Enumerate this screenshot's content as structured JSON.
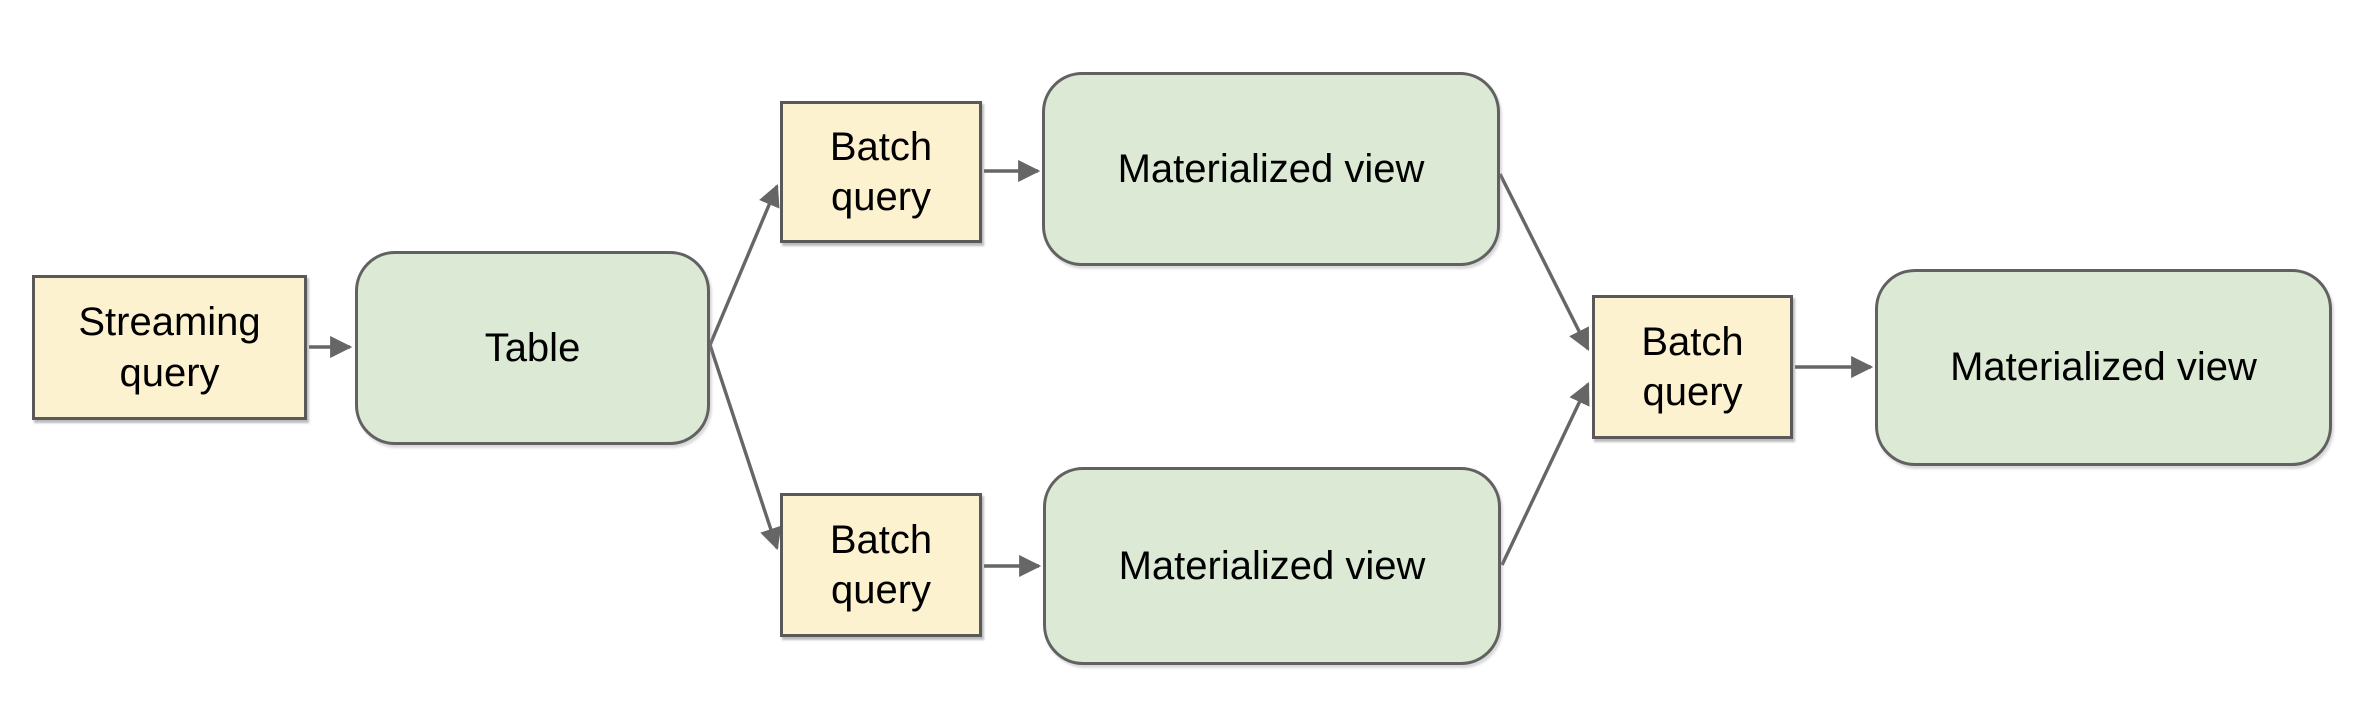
{
  "diagram_type": "flowchart",
  "colors": {
    "query_fill": "#fdf2cf",
    "query_border": "#595959",
    "view_fill": "#dce9d5",
    "view_border": "#616161",
    "connector": "#666666",
    "text": "#000000",
    "background": "#ffffff"
  },
  "nodes": [
    {
      "id": "streaming-query",
      "label": "Streaming query",
      "kind": "query"
    },
    {
      "id": "table",
      "label": "Table",
      "kind": "view"
    },
    {
      "id": "batch-query-top",
      "label": "Batch query",
      "kind": "query"
    },
    {
      "id": "materialized-view-top",
      "label": "Materialized view",
      "kind": "view"
    },
    {
      "id": "batch-query-bottom",
      "label": "Batch query",
      "kind": "query"
    },
    {
      "id": "materialized-view-bottom",
      "label": "Materialized view",
      "kind": "view"
    },
    {
      "id": "batch-query-final",
      "label": "Batch query",
      "kind": "query"
    },
    {
      "id": "materialized-view-final",
      "label": "Materialized view",
      "kind": "view"
    }
  ],
  "edges": [
    {
      "from": "streaming-query",
      "to": "table"
    },
    {
      "from": "table",
      "to": "batch-query-top"
    },
    {
      "from": "table",
      "to": "batch-query-bottom"
    },
    {
      "from": "batch-query-top",
      "to": "materialized-view-top"
    },
    {
      "from": "batch-query-bottom",
      "to": "materialized-view-bottom"
    },
    {
      "from": "materialized-view-top",
      "to": "batch-query-final"
    },
    {
      "from": "materialized-view-bottom",
      "to": "batch-query-final"
    },
    {
      "from": "batch-query-final",
      "to": "materialized-view-final"
    }
  ]
}
